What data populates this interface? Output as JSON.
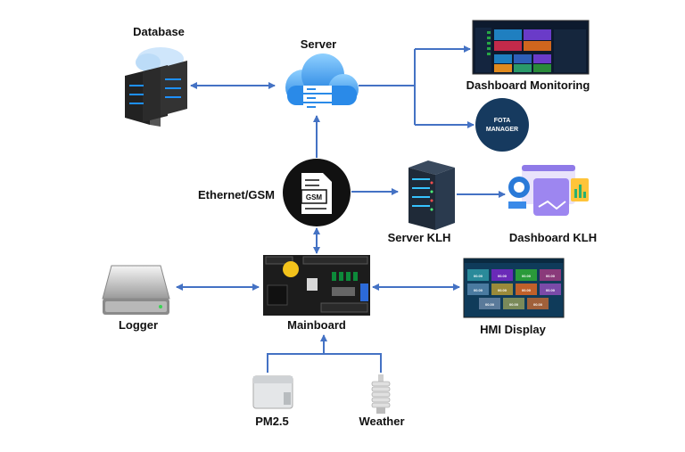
{
  "nodes": {
    "database": "Database",
    "server": "Server",
    "dashboard_monitoring": "Dashboard Monitoring",
    "fota_line1": "FOTA",
    "fota_line2": "MANAGER",
    "ethernet_gsm": "Ethernet/GSM",
    "gsm_doc": "GSM",
    "server_klh": "Server KLH",
    "dashboard_klh": "Dashboard KLH",
    "logger": "Logger",
    "mainboard": "Mainboard",
    "hmi_display": "HMI Display",
    "pm25": "PM2.5",
    "weather": "Weather"
  },
  "hmi_value": "00.00",
  "colors": {
    "arrow": "#4472c4",
    "fota": "#163a5f",
    "gsm_circle": "#111111",
    "dashboard_bg": "#0d1a2e",
    "hmi_bg": "#0f3b5a"
  }
}
